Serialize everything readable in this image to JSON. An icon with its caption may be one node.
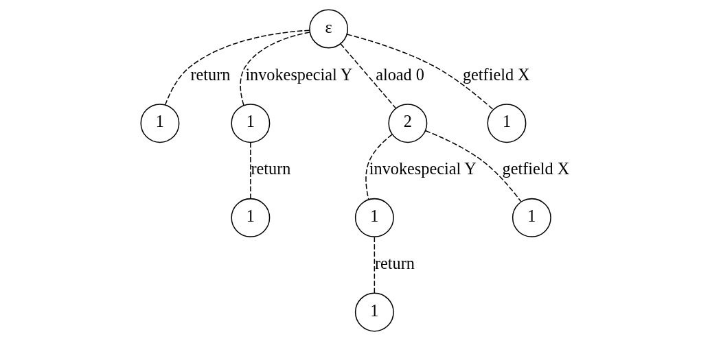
{
  "diagram": {
    "nodes": [
      {
        "text": [
          "ε"
        ]
      },
      {
        "text": [
          "1"
        ]
      },
      {
        "text": [
          "1"
        ]
      },
      {
        "text": [
          "2"
        ]
      },
      {
        "text": [
          "1"
        ]
      },
      {
        "text": [
          "1"
        ]
      },
      {
        "text": [
          "1"
        ]
      },
      {
        "text": [
          "1"
        ]
      },
      {
        "text": [
          "1"
        ]
      }
    ],
    "edges": [
      {
        "from": 0,
        "to": 1,
        "arrow": "none",
        "label": "return",
        "style": "dashed"
      },
      {
        "from": 0,
        "to": 2,
        "arrow": "none",
        "label": "invokespecial Y",
        "style": "dashed"
      },
      {
        "from": 0,
        "to": 3,
        "arrow": "none",
        "label": "aload 0",
        "style": "dashed"
      },
      {
        "from": 0,
        "to": 4,
        "arrow": "none",
        "label": "getfield X",
        "style": "dashed"
      },
      {
        "from": 2,
        "to": 5,
        "arrow": "none",
        "label": "return",
        "style": "dashed"
      },
      {
        "from": 3,
        "to": 6,
        "arrow": "none",
        "label": "invokespecial Y",
        "style": "dashed"
      },
      {
        "from": 3,
        "to": 7,
        "arrow": "none",
        "label": "getfield X",
        "style": "dashed"
      },
      {
        "from": 6,
        "to": 8,
        "arrow": "none",
        "label": "return",
        "style": "dashed"
      }
    ]
  }
}
